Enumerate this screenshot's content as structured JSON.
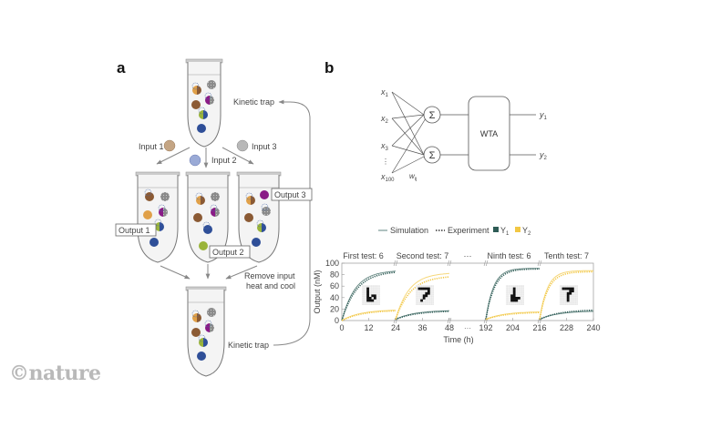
{
  "panel_a": {
    "label": "a",
    "kinetic_trap_top": "Kinetic trap",
    "kinetic_trap_bottom": "Kinetic trap",
    "inputs": [
      {
        "label": "Input 1",
        "color": "#c4a584"
      },
      {
        "label": "Input 2",
        "color": "#9aaad6"
      },
      {
        "label": "Input 3",
        "color": "#b8b8b8"
      }
    ],
    "outputs": [
      "Output 1",
      "Output 2",
      "Output 3"
    ],
    "remove_input_line1": "Remove input",
    "remove_input_line2": "heat and cool",
    "colors": {
      "orange": "#e0a048",
      "brown": "#8b5a34",
      "gray": "#8a8a8a",
      "purple": "#8a1a86",
      "green": "#9ab43a",
      "blue": "#2f4f98"
    }
  },
  "panel_b": {
    "label": "b",
    "network": {
      "inputs": [
        "x",
        "x",
        "x",
        "x"
      ],
      "input_subscripts": [
        "1",
        "2",
        "3",
        "100"
      ],
      "ellipsis": "⋮",
      "weight": "w",
      "weight_subscript": "ij",
      "sum_symbol": "Σ",
      "wta_label": "WTA",
      "outputs": [
        "y",
        "y"
      ],
      "output_subscripts": [
        "1",
        "2"
      ]
    }
  },
  "chart_data": {
    "type": "line",
    "title": "",
    "legend": {
      "placement": "top",
      "entries": [
        {
          "label": "Simulation",
          "style": "solid line"
        },
        {
          "label": "Experiment",
          "style": "dotted line"
        },
        {
          "label": "Y",
          "subscript": "1",
          "color": "#2e5c56"
        },
        {
          "label": "Y",
          "subscript": "2",
          "color": "#f2c744"
        }
      ]
    },
    "xlabel": "Time (h)",
    "ylabel": "Output (nM)",
    "ylim": [
      0,
      100
    ],
    "yticks": [
      "0",
      "20",
      "40",
      "60",
      "80",
      "100"
    ],
    "xticks": [
      "0",
      "12",
      "24",
      "36",
      "48",
      "192",
      "204",
      "216",
      "228",
      "240"
    ],
    "x_break_label": "···",
    "test_headers": [
      {
        "label": "First test: 6",
        "digit": "6"
      },
      {
        "label": "Second test: 7",
        "digit": "7"
      },
      {
        "label": "···",
        "digit": ""
      },
      {
        "label": "Ninth test: 6",
        "digit": "6"
      },
      {
        "label": "Tenth test: 7",
        "digit": "7"
      }
    ],
    "segments": [
      {
        "name": "First test",
        "t_start": 0,
        "t_end": 24,
        "Y1_sim_final": 86,
        "Y1_exp_final": 84,
        "Y1_start": 0,
        "Y2_sim_final": 18,
        "Y2_exp_final": 17,
        "Y2_start": 0
      },
      {
        "name": "Second test",
        "t_start": 24,
        "t_end": 48,
        "Y1_sim_final": 17,
        "Y1_exp_final": 16,
        "Y1_start": 2,
        "Y2_sim_final": 82,
        "Y2_exp_final": 76,
        "Y2_start": 2
      },
      {
        "name": "Ninth test",
        "t_start": 192,
        "t_end": 216,
        "Y1_sim_final": 91,
        "Y1_exp_final": 90,
        "Y1_start": 2,
        "Y2_sim_final": 15,
        "Y2_exp_final": 14,
        "Y2_start": 2
      },
      {
        "name": "Tenth test",
        "t_start": 216,
        "t_end": 240,
        "Y1_sim_final": 16,
        "Y1_exp_final": 18,
        "Y1_start": 2,
        "Y2_sim_final": 87,
        "Y2_exp_final": 85,
        "Y2_start": 2
      }
    ]
  },
  "footer": {
    "logo_text": "©nature"
  }
}
